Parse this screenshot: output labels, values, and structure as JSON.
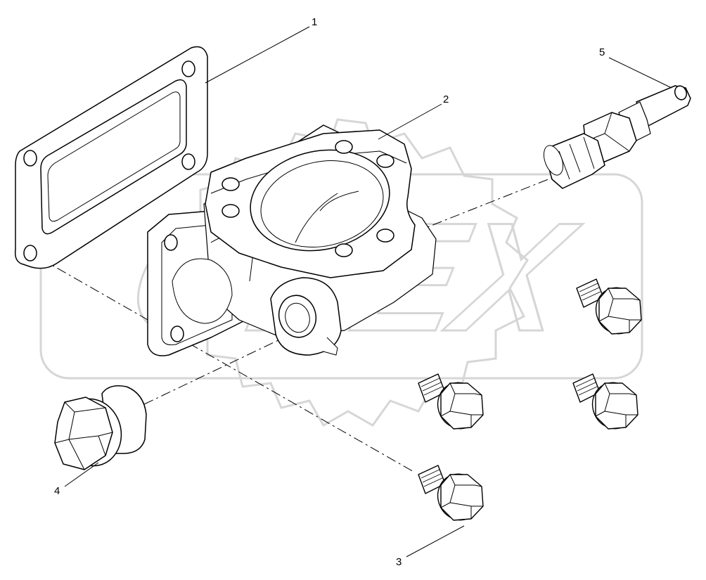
{
  "diagram": {
    "watermark_text": "OPEX",
    "callouts": [
      {
        "id": "1",
        "label": "1"
      },
      {
        "id": "2",
        "label": "2"
      },
      {
        "id": "3",
        "label": "3"
      },
      {
        "id": "4",
        "label": "4"
      },
      {
        "id": "5",
        "label": "5"
      }
    ],
    "parts": [
      {
        "id": "gasket",
        "callout": "1",
        "icon": "gasket-icon"
      },
      {
        "id": "thermostat-housing",
        "callout": "2",
        "icon": "housing-icon"
      },
      {
        "id": "flange-bolt",
        "callout": "3",
        "icon": "bolt-icon",
        "count": 4
      },
      {
        "id": "plug",
        "callout": "4",
        "icon": "plug-icon"
      },
      {
        "id": "temperature-sensor",
        "callout": "5",
        "icon": "sensor-icon"
      }
    ],
    "colors": {
      "line": "#000000",
      "watermark": "#d9d9d9",
      "background": "#ffffff"
    }
  }
}
